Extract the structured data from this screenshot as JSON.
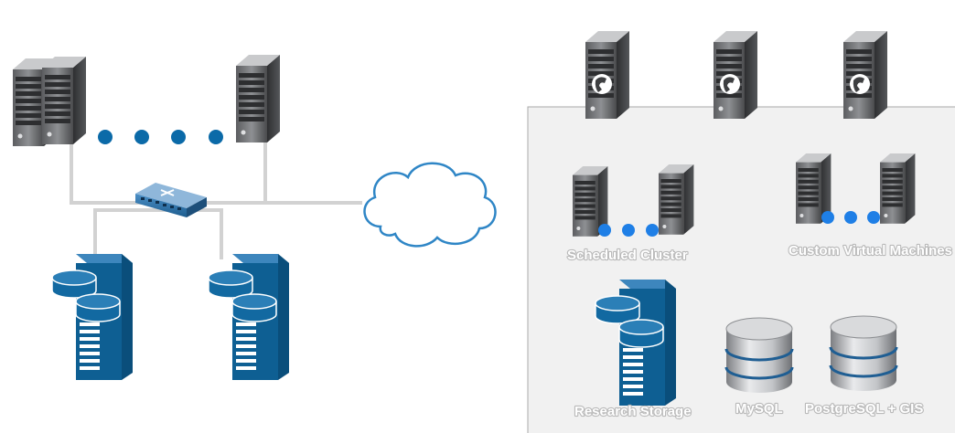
{
  "labels": {
    "scheduled_cluster": "Scheduled Cluster",
    "custom_vms": "Custom Virtual Machines",
    "research_storage": "Research Storage",
    "mysql": "MySQL",
    "postgres": "PostgreSQL + GIS"
  },
  "colors": {
    "server_dark": "#3e3f41",
    "server_mid": "#8c8e91",
    "server_light": "#d6d7d9",
    "storage_blue": "#0e5f93",
    "storage_light": "#2a7fb5",
    "dot_blue": "#0b6aa8",
    "dot_bright": "#1f7fe6",
    "cloud_stroke": "#2f86c6",
    "panel_fill": "#f1f1f1",
    "panel_border": "#a9a9a9",
    "line_grey": "#d2d2d2"
  },
  "icons": [
    "server-tower-icon",
    "web-server-icon",
    "network-switch-icon",
    "cloud-icon",
    "storage-array-icon",
    "database-icon"
  ]
}
